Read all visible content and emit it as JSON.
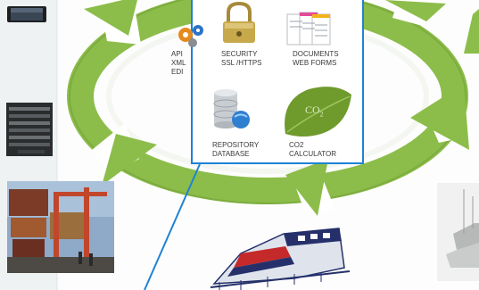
{
  "hub": {
    "api": [
      "API",
      "XML",
      "EDI"
    ],
    "security": [
      "SECURITY",
      "SSL /HTTPS"
    ],
    "documents": [
      "DOCUMENTS",
      "WEB FORMS"
    ],
    "repository": [
      "REPOSITORY",
      "DATABASE"
    ],
    "co2": [
      "CO2",
      "CALCULATOR"
    ],
    "leaf_text": "CO",
    "leaf_sub": "2"
  },
  "colors": {
    "arrow_green": "#8cbd4a",
    "arrow_green_dark": "#6e9c33",
    "arrow_white": "#f4f6f1",
    "hub_border": "#1f82d6",
    "leaf_green": "#6f9a2c",
    "train_blue": "#25306b",
    "train_red": "#c52a2a"
  },
  "icons": [
    "tablet-icon",
    "server-rack-icon",
    "container-port-photo",
    "train-icon",
    "ship-sketch",
    "gears-icon",
    "padlock-icon",
    "documents-icon",
    "database-icon",
    "leaf-icon"
  ]
}
